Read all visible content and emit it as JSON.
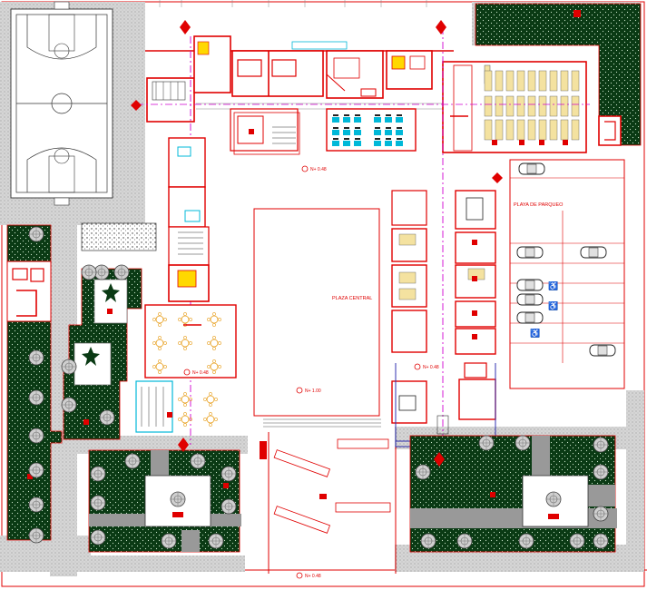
{
  "labels": {
    "plaza_central": "PLAZA CENTRAL",
    "playa_parqueo": "PLAYA DE PARQUEO",
    "level_1": "N+ 0.48",
    "level_2": "N+ 0.48",
    "level_3": "N+ 0.48",
    "level_4": "N+ 1.00",
    "level_5": "N+ 0.48"
  },
  "colors": {
    "walls": "#e00000",
    "green_area": "#0a3a14",
    "paving": "#c8c8c8",
    "grass_dots": "#cfe8cf",
    "cyan": "#00b8d8",
    "magenta_axis": "#d000d0"
  },
  "icons": [
    "basketball-court",
    "tree-icon",
    "car-icon",
    "wheelchair-icon",
    "seat-rows"
  ]
}
